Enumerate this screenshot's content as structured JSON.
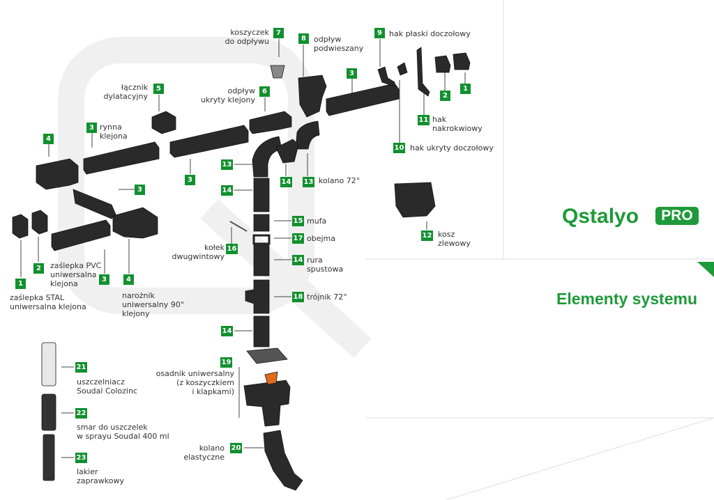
{
  "brand": {
    "logo_text": "Qstalyo",
    "logo_badge": "PRO",
    "accent": "#1e9a3a"
  },
  "title": "Elementy systemu",
  "badge_color": "#11902f",
  "parts": [
    {
      "num": "1",
      "name": "zaślepka STAL\nuniwersalna klejona"
    },
    {
      "num": "2",
      "name": "zaślepka PVC\nuniwersalna\nklejona"
    },
    {
      "num": "3",
      "name": "rynna\nklejona"
    },
    {
      "num": "4",
      "name": "narożnik\nuniwersalny 90°\nklejony"
    },
    {
      "num": "5",
      "name": "łącznik\ndylatacyjny"
    },
    {
      "num": "6",
      "name": "odpływ\nukryty klejony"
    },
    {
      "num": "7",
      "name": "koszyczek\ndo odpływu"
    },
    {
      "num": "8",
      "name": "odpływ\npodwieszany"
    },
    {
      "num": "9",
      "name": "hak płaski doczołowy"
    },
    {
      "num": "10",
      "name": "hak ukryty doczołowy"
    },
    {
      "num": "11",
      "name": "hak\nnakrokwiowy"
    },
    {
      "num": "12",
      "name": "kosz\nzlewowy"
    },
    {
      "num": "13",
      "name": "kolano 72°"
    },
    {
      "num": "14",
      "name": "rura\nspustowa"
    },
    {
      "num": "15",
      "name": "mufa"
    },
    {
      "num": "16",
      "name": "kołek\ndwugwintowy"
    },
    {
      "num": "17",
      "name": "obejma"
    },
    {
      "num": "18",
      "name": "trójnik 72°"
    },
    {
      "num": "19",
      "name": "osadnik uniwersalny\n(z koszyczkiem\ni klapkami)"
    },
    {
      "num": "20",
      "name": "kolano\nelastyczne"
    },
    {
      "num": "21",
      "name": "uszczelniacz\nSoudal Colozinc"
    },
    {
      "num": "22",
      "name": "smar do uszczelek\nw sprayu Soudal 400 ml"
    },
    {
      "num": "23",
      "name": "lakier\nzaprawkowy"
    }
  ]
}
